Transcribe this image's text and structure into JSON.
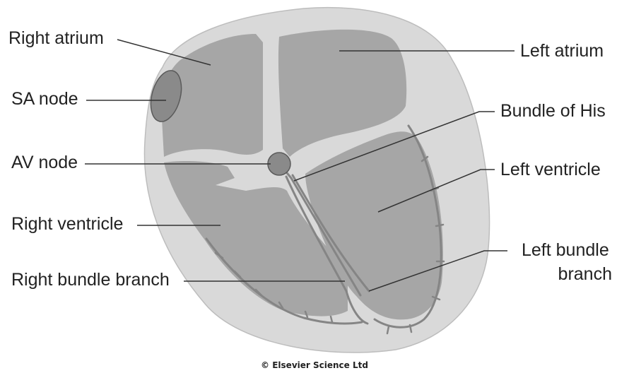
{
  "labels": {
    "right_atrium": "Right atrium",
    "sa_node": "SA node",
    "av_node": "AV node",
    "right_ventricle": "Right ventricle",
    "right_bundle_branch": "Right bundle branch",
    "left_atrium": "Left atrium",
    "bundle_of_his": "Bundle of His",
    "left_ventricle": "Left ventricle",
    "left_bundle_branch_line1": "Left bundle",
    "left_bundle_branch_line2": "branch"
  },
  "copyright": "© Elsevier Science Ltd",
  "colors": {
    "outer_heart": "#d9d9d9",
    "chamber": "#a6a6a6",
    "node": "#8a8a8a",
    "node_stroke": "#5a5a5a",
    "fibers": "#858585",
    "leader_lines": "#333333",
    "text": "#222222"
  }
}
